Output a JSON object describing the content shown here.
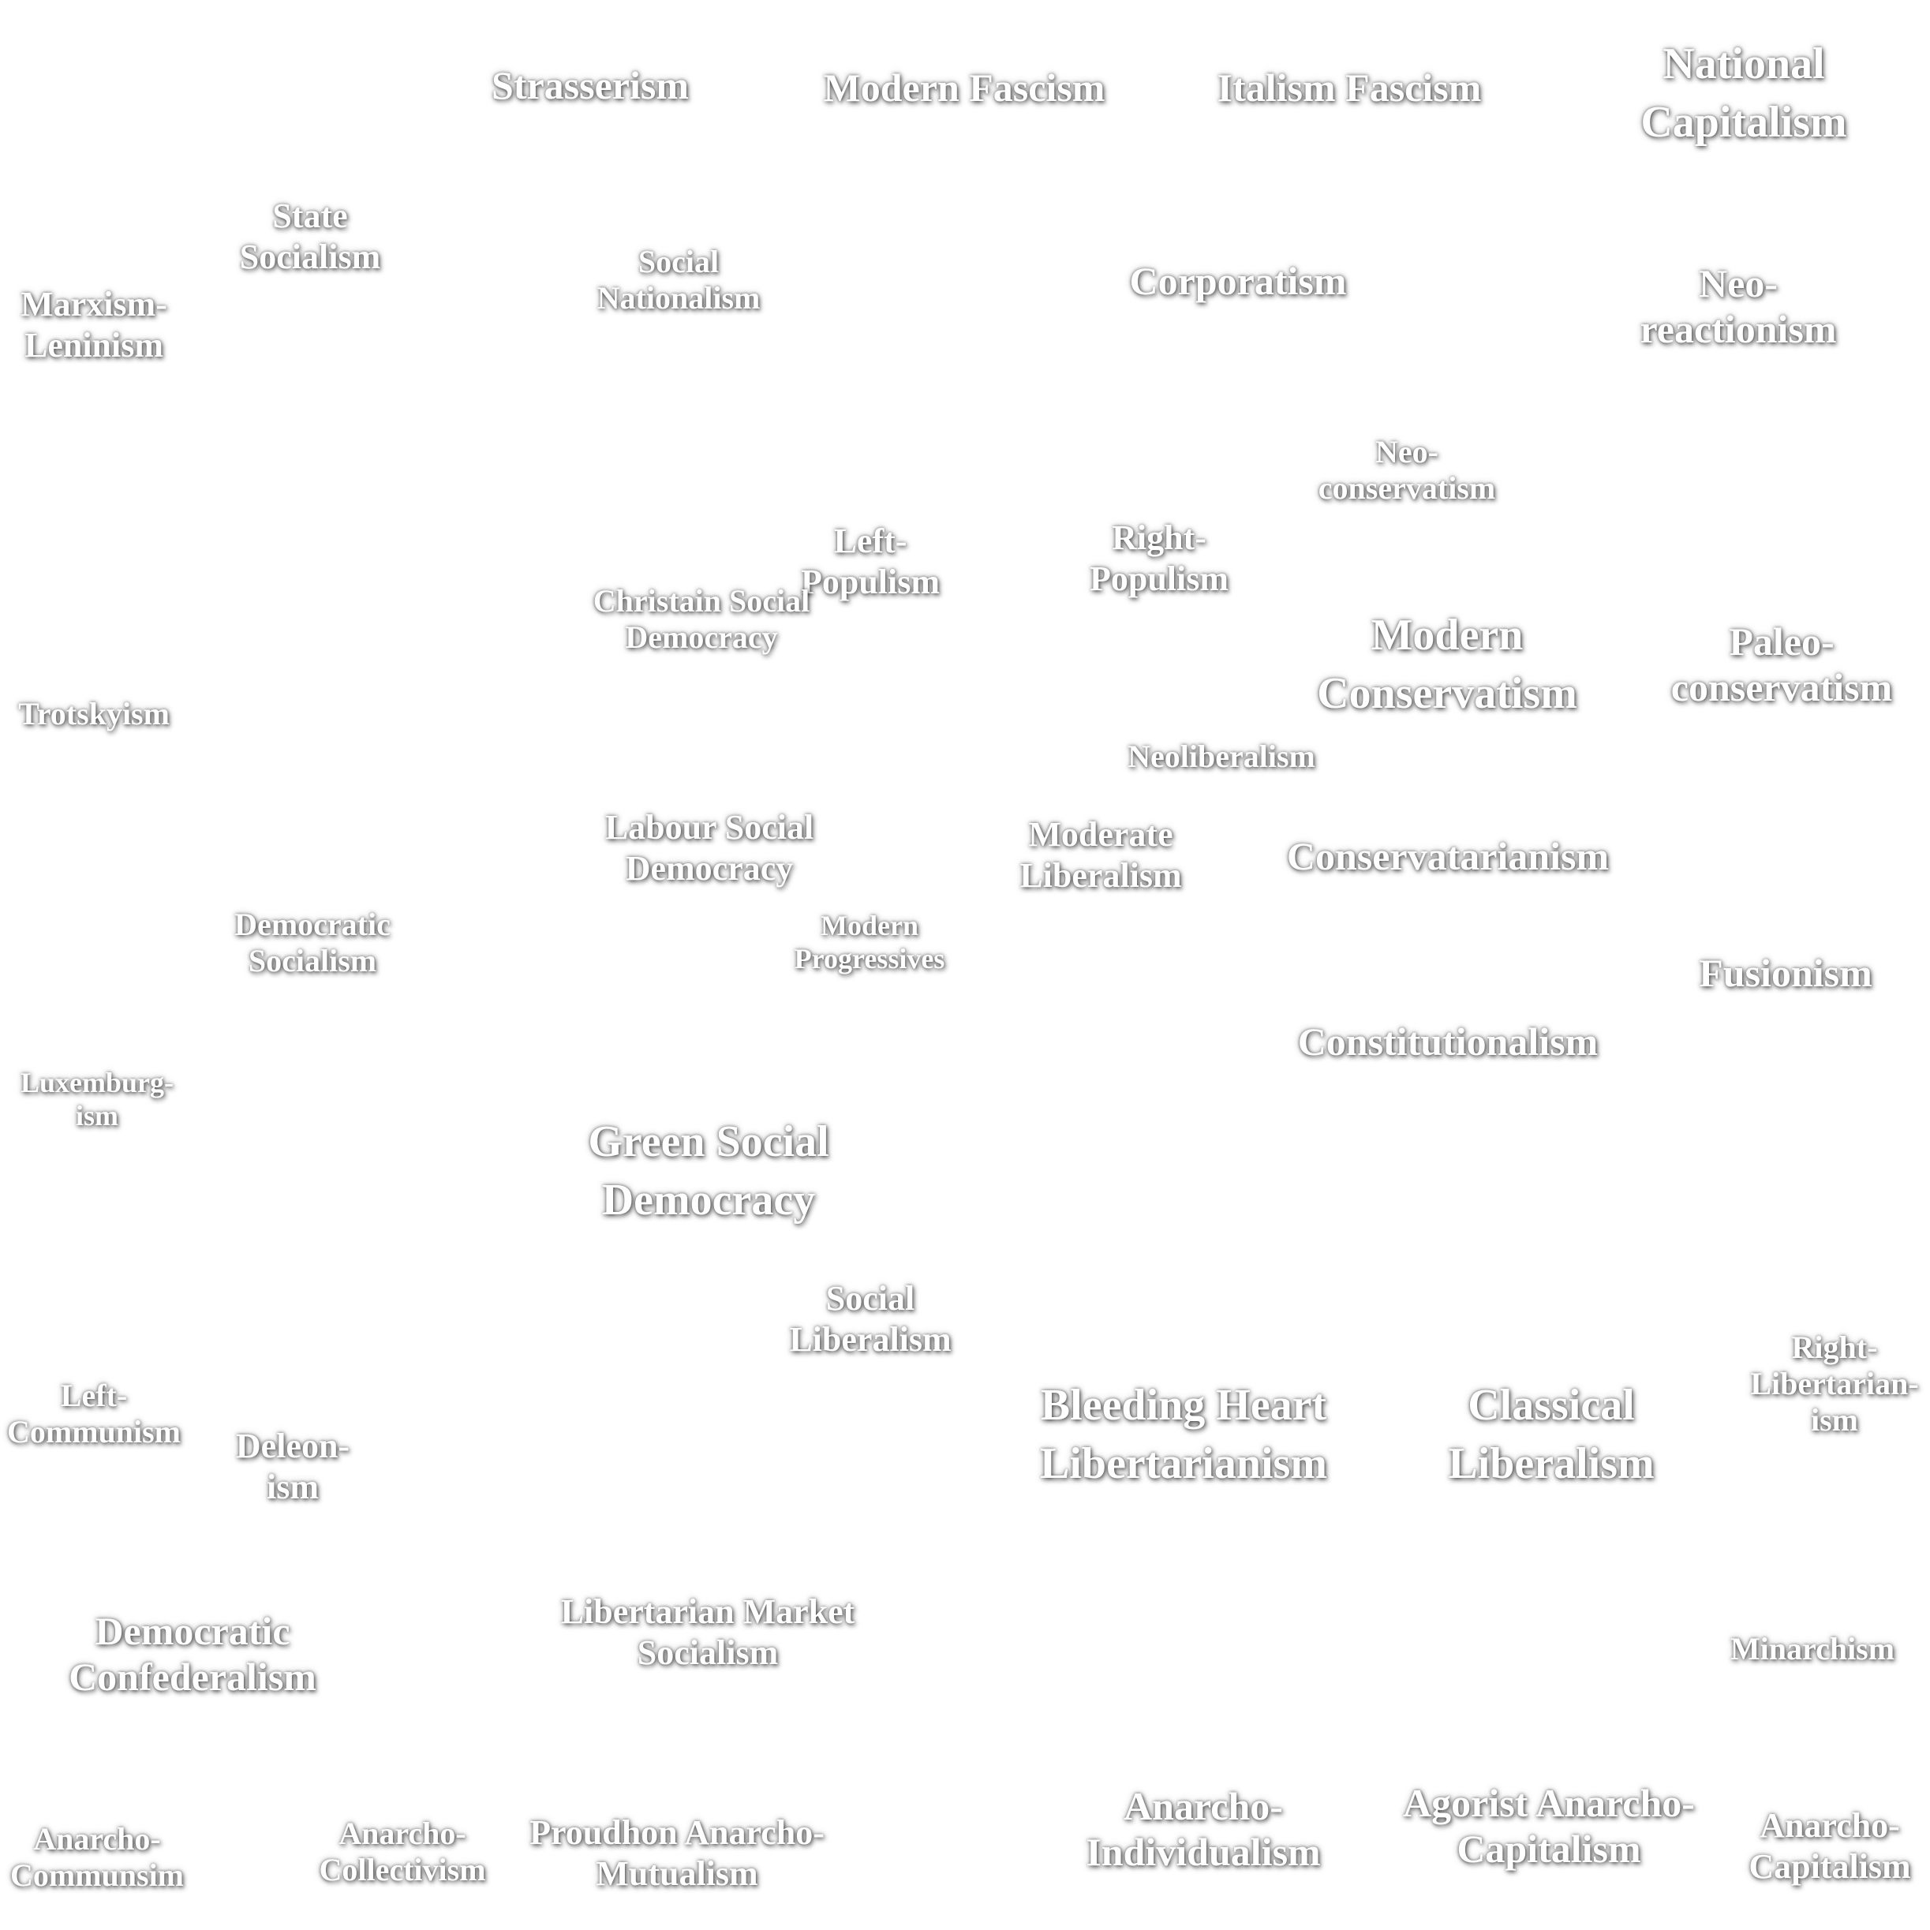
{
  "ideologies": {
    "strasserism": "Strasserism",
    "modern_fascism": "Modern Fascism",
    "italism_fascism": "Italism Fascism",
    "national_capitalism": "National\nCapitalism",
    "state_socialism": "State\nSocialism",
    "marxism_leninism": "Marxism-\nLeninism",
    "social_nationalism": "Social\nNationalism",
    "corporatism": "Corporatism",
    "neo_reactionism": "Neo-\nreactionism",
    "neo_conservatism": "Neo-\nconservatism",
    "left_populism": "Left-\nPopulism",
    "right_populism": "Right-\nPopulism",
    "christain_social_democracy": "Christain Social\nDemocracy",
    "modern_conservatism": "Modern\nConservatism",
    "paleo_conservatism": "Paleo-\nconservatism",
    "trotskyism": "Trotskyism",
    "neoliberalism": "Neoliberalism",
    "labour_social_democracy": "Labour Social\nDemocracy",
    "moderate_liberalism": "Moderate\nLiberalism",
    "conservatarianism": "Conservatarianism",
    "democratic_socialism": "Democratic\nSocialism",
    "modern_progressives": "Modern\nProgressives",
    "fusionism": "Fusionism",
    "constitutionalism": "Constitutionalism",
    "luxemburgism": "Luxemburg-\nism",
    "green_social_democracy": "Green Social\nDemocracy",
    "social_liberalism": "Social\nLiberalism",
    "right_libertarianism": "Right-\nLibertarian-\nism",
    "left_communism": "Left-\nCommunism",
    "deleonism": "Deleon-\nism",
    "bleeding_heart_libertarianism": "Bleeding Heart\nLibertarianism",
    "classical_liberalism": "Classical\nLiberalism",
    "democratic_confederalism": "Democratic\nConfederalism",
    "libertarian_market_socialism": "Libertarian Market\nSocialism",
    "minarchism": "Minarchism",
    "anarcho_communsim": "Anarcho-\nCommunsim",
    "anarcho_collectivism": "Anarcho-\nCollectivism",
    "proudhon_anarcho_mutualism": "Proudhon Anarcho-\nMutualism",
    "anarcho_individualism": "Anarcho-\nIndividualism",
    "agorist_anarcho_capitalism": "Agorist Anarcho-\nCapitalism",
    "anarcho_capitalism": "Anarcho-\nCapitalism"
  }
}
